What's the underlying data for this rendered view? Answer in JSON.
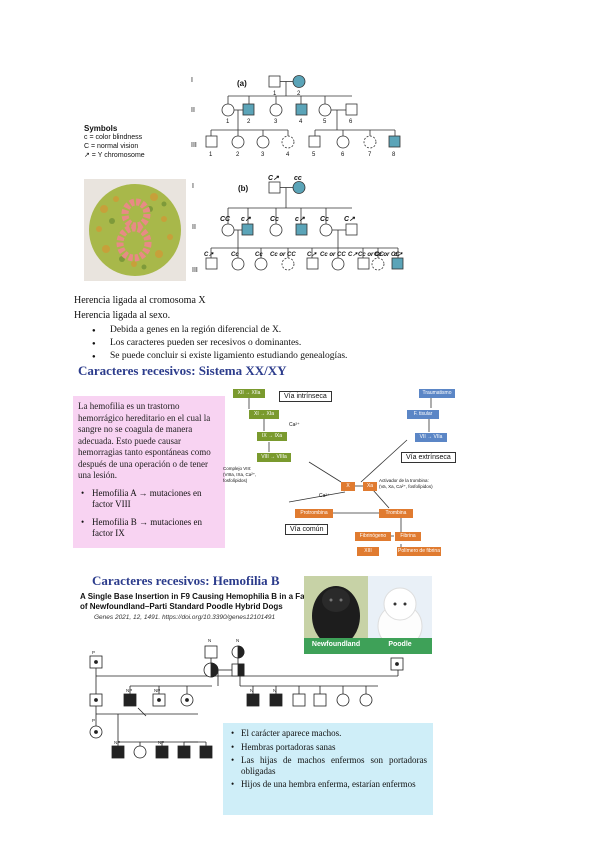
{
  "pedigree_a": {
    "label": "(a)",
    "generations": [
      "I",
      "II",
      "III"
    ],
    "gen1_numbers": [
      "1",
      "2"
    ],
    "gen2_numbers": [
      "1",
      "2",
      "3",
      "4",
      "5",
      "6"
    ],
    "gen3_numbers": [
      "1",
      "2",
      "3",
      "4",
      "5",
      "6",
      "7",
      "8"
    ]
  },
  "symbols": {
    "title": "Symbols",
    "lines": [
      "c = color blindness",
      "C = normal vision",
      "↗ = Y chromosome"
    ]
  },
  "pedigree_b": {
    "label": "(b)",
    "generations": [
      "I",
      "II",
      "III"
    ],
    "gen1_genotypes": [
      "C↗",
      "cc"
    ],
    "gen2_genotypes": [
      "CC",
      "c↗",
      "Cc",
      "c↗",
      "Cc",
      "C↗"
    ],
    "gen3_genotypes": [
      "C↗",
      "Cc",
      "Cc",
      "Cc or CC",
      "C↗",
      "Cc or CC",
      "C↗",
      "Cc or CC",
      "Cc or CC",
      "c↗"
    ]
  },
  "notes": {
    "line1": "Herencia ligada al cromosoma X",
    "line2": "Herencia ligada al sexo.",
    "bullets": [
      "Debida a genes en la región diferencial de X.",
      "Los caracteres pueden ser recesivos o dominantes.",
      "Se puede concluir si existe ligamiento estudiando genealogías."
    ]
  },
  "slide1": {
    "title": "Caracteres recesivos: Sistema XX/XY",
    "paragraph": "La hemofilia es un trastorno hemorrágico hereditario en el cual la sangre no se coagula de manera adecuada. Esto puede causar hemorragias tanto espontáneas como después de una operación o de tener una lesión.",
    "bullets": [
      "Hemofilia A → mutaciones en factor VIII",
      "Hemofilia B → mutaciones en factor IX"
    ]
  },
  "coagulation": {
    "intrinsic_label": "Vía intrínseca",
    "extrinsic_label": "Vía extrínseca",
    "common_label": "Vía común",
    "nodes": {
      "xii": "XII → XIIa",
      "xi": "XI → XIa",
      "ix": "IX → IXa",
      "viii": "VIII → VIIIa",
      "trauma": "Traumatismo",
      "factor_tisular": "F. tisular",
      "vii": "VII → VIIa",
      "x": "X",
      "xa": "Xa",
      "protrombina": "Protrombina",
      "trombina": "Trombina",
      "fibrinogeno": "Fibrinógeno",
      "fibrina": "Fibrina",
      "xiii": "XIII",
      "polimero": "Polímero de fibrina"
    },
    "ca_label": "Ca²⁺",
    "complex_title": "Complejo VIII:",
    "complex_text": "(VIIIa, IXa, Ca²⁺, fosfolípidos)",
    "activator_title": "Activador de la trombina:",
    "activator_text": "(Va, Xa, Ca²⁺, fosfolípidos)"
  },
  "slide2": {
    "title": "Caracteres recesivos: Hemofilia B",
    "article_title_1": "A Single Base Insertion in F9 Causing Hemophilia B in a Family",
    "article_title_2": "of Newfoundland–Parti Standard Poodle Hybrid Dogs",
    "citation": "Genes 2021, 12, 1491. https://doi.org/10.3390/genes12101491",
    "dog1_label": "Newfoundland",
    "dog2_label": "Poodle",
    "bullets": [
      "El carácter aparece machos.",
      "Hembras portadoras sanas",
      "Las hijas de machos enfermos son portadoras obligadas",
      "Hijos de una hembra enferma, estarían enfermos"
    ],
    "genotype_labels": [
      "N",
      "NP",
      "N",
      "N",
      "P",
      "P"
    ]
  }
}
